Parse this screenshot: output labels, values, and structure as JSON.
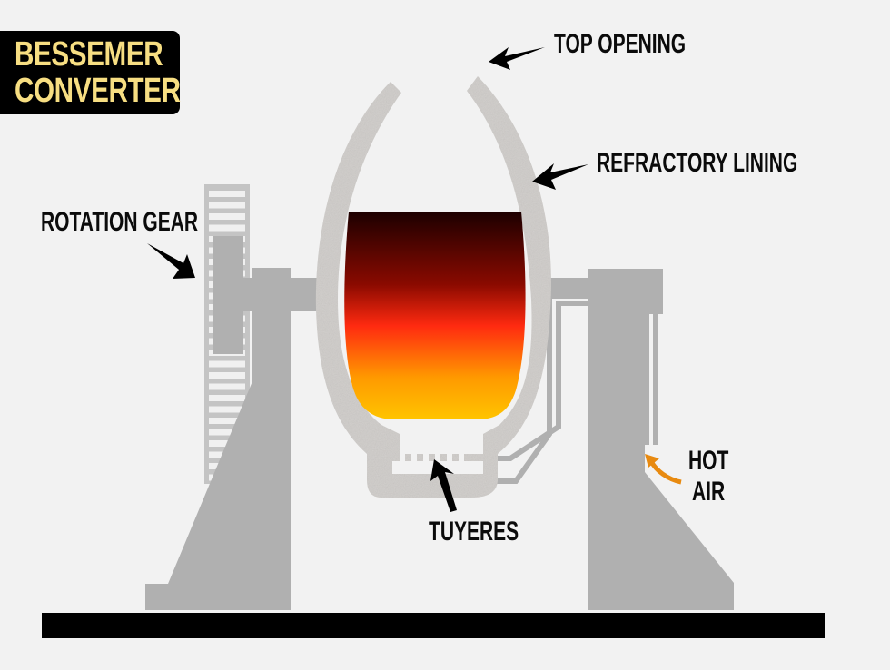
{
  "title": {
    "line1": "BESSEMER",
    "line2": "CONVERTER",
    "text_color": "#f7de82",
    "background": "#000000"
  },
  "labels": {
    "top_opening": "TOP OPENING",
    "refractory_lining": "REFRACTORY LINING",
    "rotation_gear": "ROTATION GEAR",
    "tuyeres": "TUYERES",
    "hot_air_line1": "HOT",
    "hot_air_line2": "AIR"
  },
  "colors": {
    "background": "#f2f2f2",
    "structure_gray": "#b0b0b0",
    "gear_light_gray": "#c4c4c4",
    "lining": "#cfccc9",
    "molten_top": "#1c0000",
    "molten_mid": "#ff2a10",
    "molten_bottom": "#ffc400",
    "arrow_black": "#000000",
    "hot_air_arrow": "#e88a10",
    "ground": "#000000"
  }
}
